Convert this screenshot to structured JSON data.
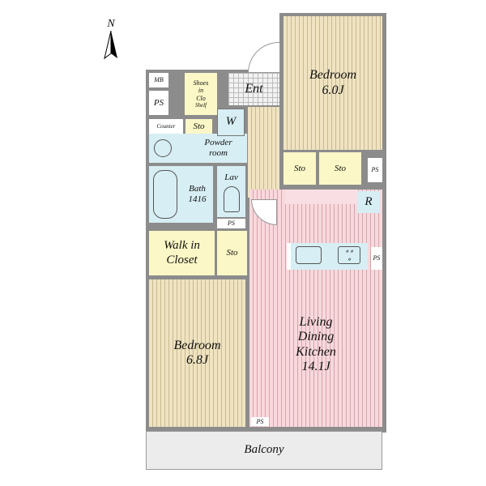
{
  "compass": {
    "label": "N"
  },
  "rooms": {
    "bedroom_north": {
      "name": "Bedroom",
      "size": "6.0J"
    },
    "bedroom_south": {
      "name": "Bedroom",
      "size": "6.8J"
    },
    "ldk": {
      "line1": "Living",
      "line2": "Dining",
      "line3": "Kitchen",
      "size": "14.1J"
    },
    "entrance": "Ent",
    "mb": "MB",
    "ps_left": "PS",
    "shoes": {
      "line1": "Shoes",
      "line2": "in",
      "line3": "Clo",
      "shelf": "Shelf"
    },
    "counter": "Counter",
    "sto_wash": "Sto",
    "washer": "W",
    "powder": {
      "line1": "Powder",
      "line2": "room"
    },
    "bath": {
      "name": "Bath",
      "size": "1416"
    },
    "lav": "Lav",
    "ps_lav": "PS",
    "walkin": {
      "line1": "Walk in",
      "line2": "Closet"
    },
    "sto_hall": "Sto",
    "sto_bed1": "Sto",
    "sto_bed2": "Sto",
    "ps_bed": "PS",
    "fridge": "R",
    "ps_kitchen": "PS",
    "ps_bottom": "PS",
    "balcony": "Balcony"
  }
}
